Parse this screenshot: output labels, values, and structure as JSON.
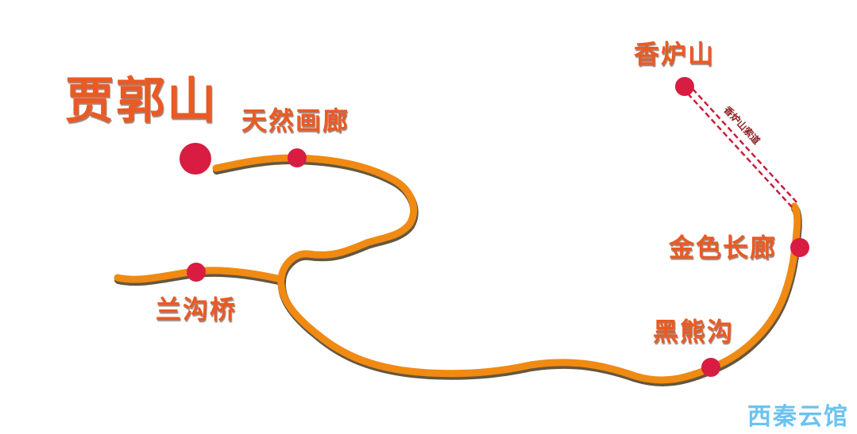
{
  "map": {
    "title": "贾郭山",
    "places": {
      "tianran": "天然画廊",
      "langou": "兰沟桥",
      "xianglushan": "香炉山",
      "jinse": "金色长廊",
      "heixiong": "黑熊沟"
    },
    "route_label": "香炉山索道",
    "watermark": "西秦云馆",
    "colors": {
      "road": "#f08a12",
      "road_shadow": "#4a3a1e",
      "marker": "#d81c42",
      "label": "#ea5a24",
      "cableway": "#c81e3c",
      "watermark": "#6ac3f0"
    }
  }
}
